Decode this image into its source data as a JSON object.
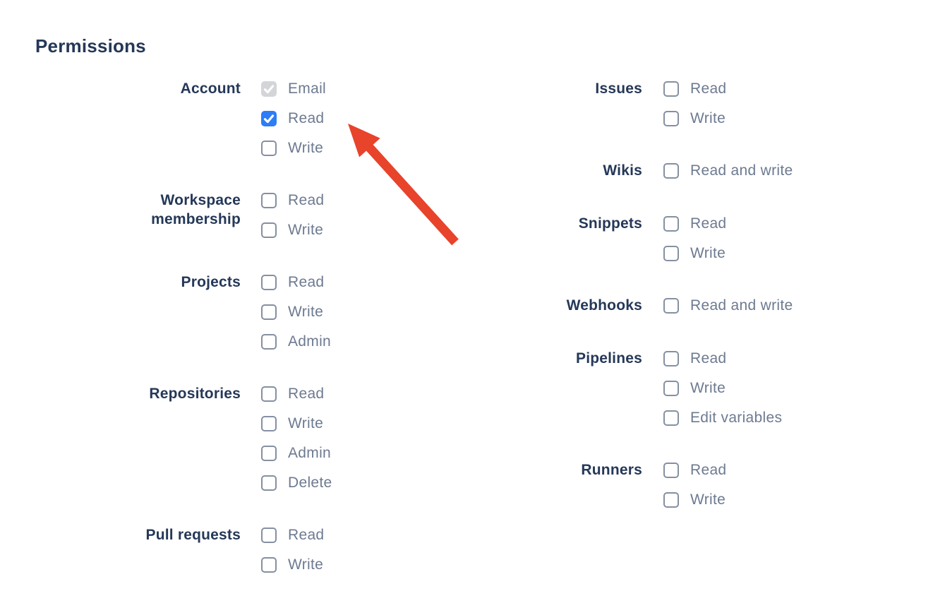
{
  "page": {
    "heading": "Permissions"
  },
  "colors": {
    "heading_navy": "#253858",
    "option_label_gray": "#6D7A90",
    "checkbox_border_gray": "#8590A2",
    "checkbox_checked_blue": "#2E7CF6",
    "checkbox_disabled_bg": "#D3D5D8",
    "arrow_red": "#E8432B",
    "background": "#FFFFFF"
  },
  "columns": [
    {
      "groups": [
        {
          "label": "Account",
          "options": [
            {
              "label": "Email",
              "checked": true,
              "disabled": true
            },
            {
              "label": "Read",
              "checked": true,
              "disabled": false
            },
            {
              "label": "Write",
              "checked": false,
              "disabled": false
            }
          ]
        },
        {
          "label": "Workspace membership",
          "options": [
            {
              "label": "Read",
              "checked": false,
              "disabled": false
            },
            {
              "label": "Write",
              "checked": false,
              "disabled": false
            }
          ]
        },
        {
          "label": "Projects",
          "options": [
            {
              "label": "Read",
              "checked": false,
              "disabled": false
            },
            {
              "label": "Write",
              "checked": false,
              "disabled": false
            },
            {
              "label": "Admin",
              "checked": false,
              "disabled": false
            }
          ]
        },
        {
          "label": "Repositories",
          "options": [
            {
              "label": "Read",
              "checked": false,
              "disabled": false
            },
            {
              "label": "Write",
              "checked": false,
              "disabled": false
            },
            {
              "label": "Admin",
              "checked": false,
              "disabled": false
            },
            {
              "label": "Delete",
              "checked": false,
              "disabled": false
            }
          ]
        },
        {
          "label": "Pull requests",
          "options": [
            {
              "label": "Read",
              "checked": false,
              "disabled": false
            },
            {
              "label": "Write",
              "checked": false,
              "disabled": false
            }
          ]
        }
      ]
    },
    {
      "groups": [
        {
          "label": "Issues",
          "options": [
            {
              "label": "Read",
              "checked": false,
              "disabled": false
            },
            {
              "label": "Write",
              "checked": false,
              "disabled": false
            }
          ]
        },
        {
          "label": "Wikis",
          "options": [
            {
              "label": "Read and write",
              "checked": false,
              "disabled": false
            }
          ]
        },
        {
          "label": "Snippets",
          "options": [
            {
              "label": "Read",
              "checked": false,
              "disabled": false
            },
            {
              "label": "Write",
              "checked": false,
              "disabled": false
            }
          ]
        },
        {
          "label": "Webhooks",
          "options": [
            {
              "label": "Read and write",
              "checked": false,
              "disabled": false
            }
          ]
        },
        {
          "label": "Pipelines",
          "options": [
            {
              "label": "Read",
              "checked": false,
              "disabled": false
            },
            {
              "label": "Write",
              "checked": false,
              "disabled": false
            },
            {
              "label": "Edit variables",
              "checked": false,
              "disabled": false
            }
          ]
        },
        {
          "label": "Runners",
          "options": [
            {
              "label": "Read",
              "checked": false,
              "disabled": false
            },
            {
              "label": "Write",
              "checked": false,
              "disabled": false
            }
          ]
        }
      ]
    }
  ],
  "annotation": {
    "arrow_color": "#E8432B",
    "points_to": "checkbox-account-read"
  }
}
